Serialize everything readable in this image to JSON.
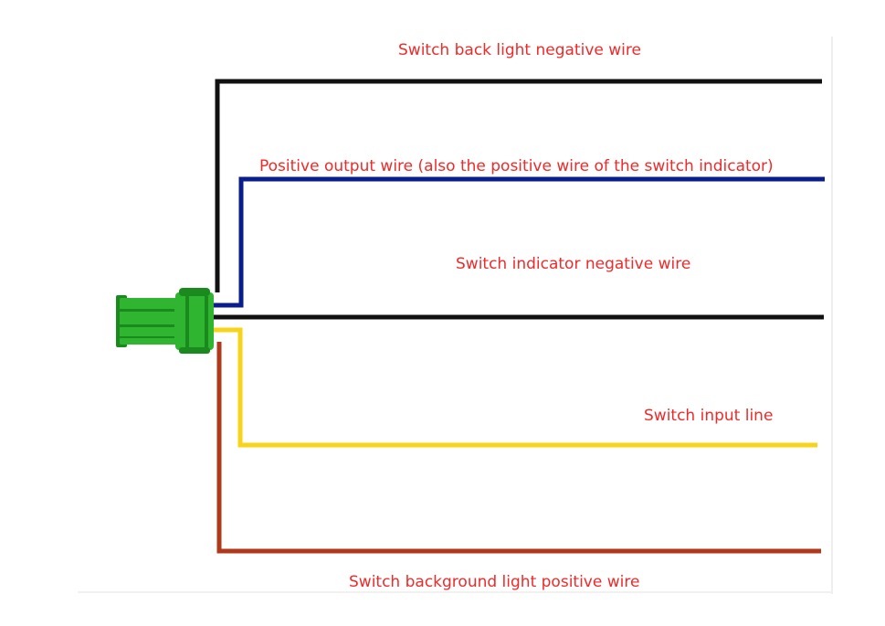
{
  "labels": {
    "backlight_negative": "Switch back light negative wire",
    "positive_output": "Positive output wire (also the positive wire of the switch indicator)",
    "indicator_negative": "Switch indicator negative wire",
    "input_line": "Switch input line",
    "background_light_positive": "Switch background light positive wire"
  },
  "colors": {
    "label_text": "#ee2a2a",
    "wire_black": "#111111",
    "wire_blue": "#0a1d8f",
    "wire_yellow": "#f7d417",
    "wire_brown": "#b1391b",
    "connector_green": "#2fb52f",
    "connector_dark": "#1b8a1e",
    "background": "#ffffff"
  },
  "components": {
    "connector": "green-terminal-connector"
  }
}
